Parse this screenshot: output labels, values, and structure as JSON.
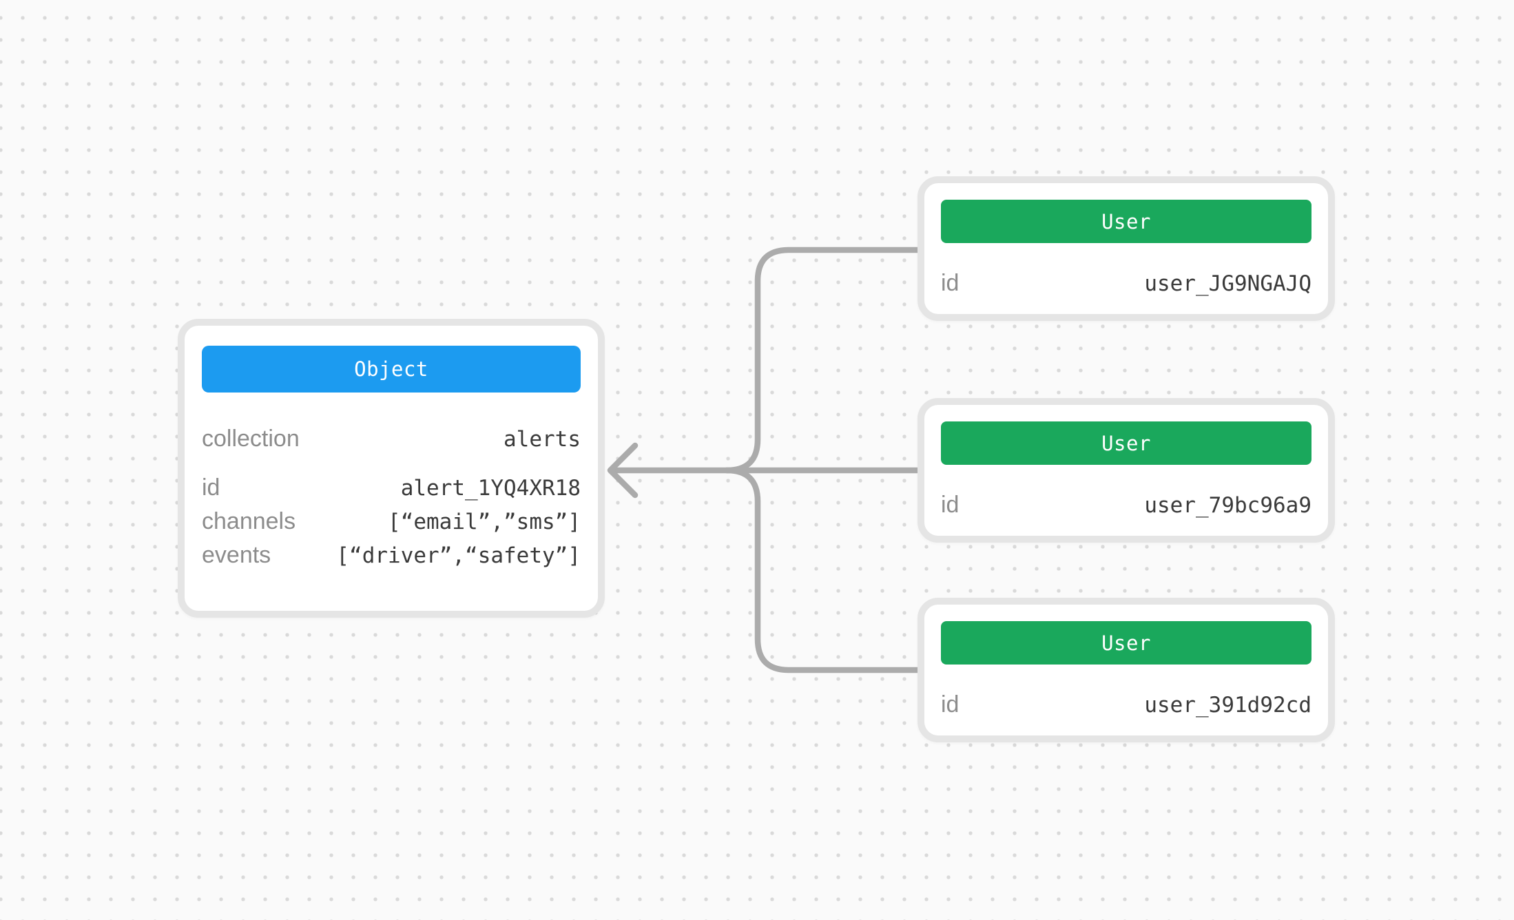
{
  "diagram": {
    "object_card": {
      "title": "Object",
      "fields": [
        {
          "label": "collection",
          "value": "alerts"
        },
        {
          "label": "id",
          "value": "alert_1YQ4XR18"
        },
        {
          "label": "channels",
          "value": "[“email”,”sms”]"
        },
        {
          "label": "events",
          "value": "[“driver”,“safety”]"
        }
      ]
    },
    "user_cards": [
      {
        "title": "User",
        "fields": [
          {
            "label": "id",
            "value": "user_JG9NGAJQ"
          }
        ]
      },
      {
        "title": "User",
        "fields": [
          {
            "label": "id",
            "value": "user_79bc96a9"
          }
        ]
      },
      {
        "title": "User",
        "fields": [
          {
            "label": "id",
            "value": "user_391d92cd"
          }
        ]
      }
    ]
  },
  "colors": {
    "background": "#fafafa",
    "dot_grid": "#d9d9d9",
    "card_border": "#e5e5e5",
    "card_background": "#ffffff",
    "object_header": "#1c9bf0",
    "user_header": "#1aa85c",
    "header_text": "#ffffff",
    "connector": "#ababab",
    "label_text": "#8c8c8c",
    "value_text": "#3a3a3a"
  }
}
